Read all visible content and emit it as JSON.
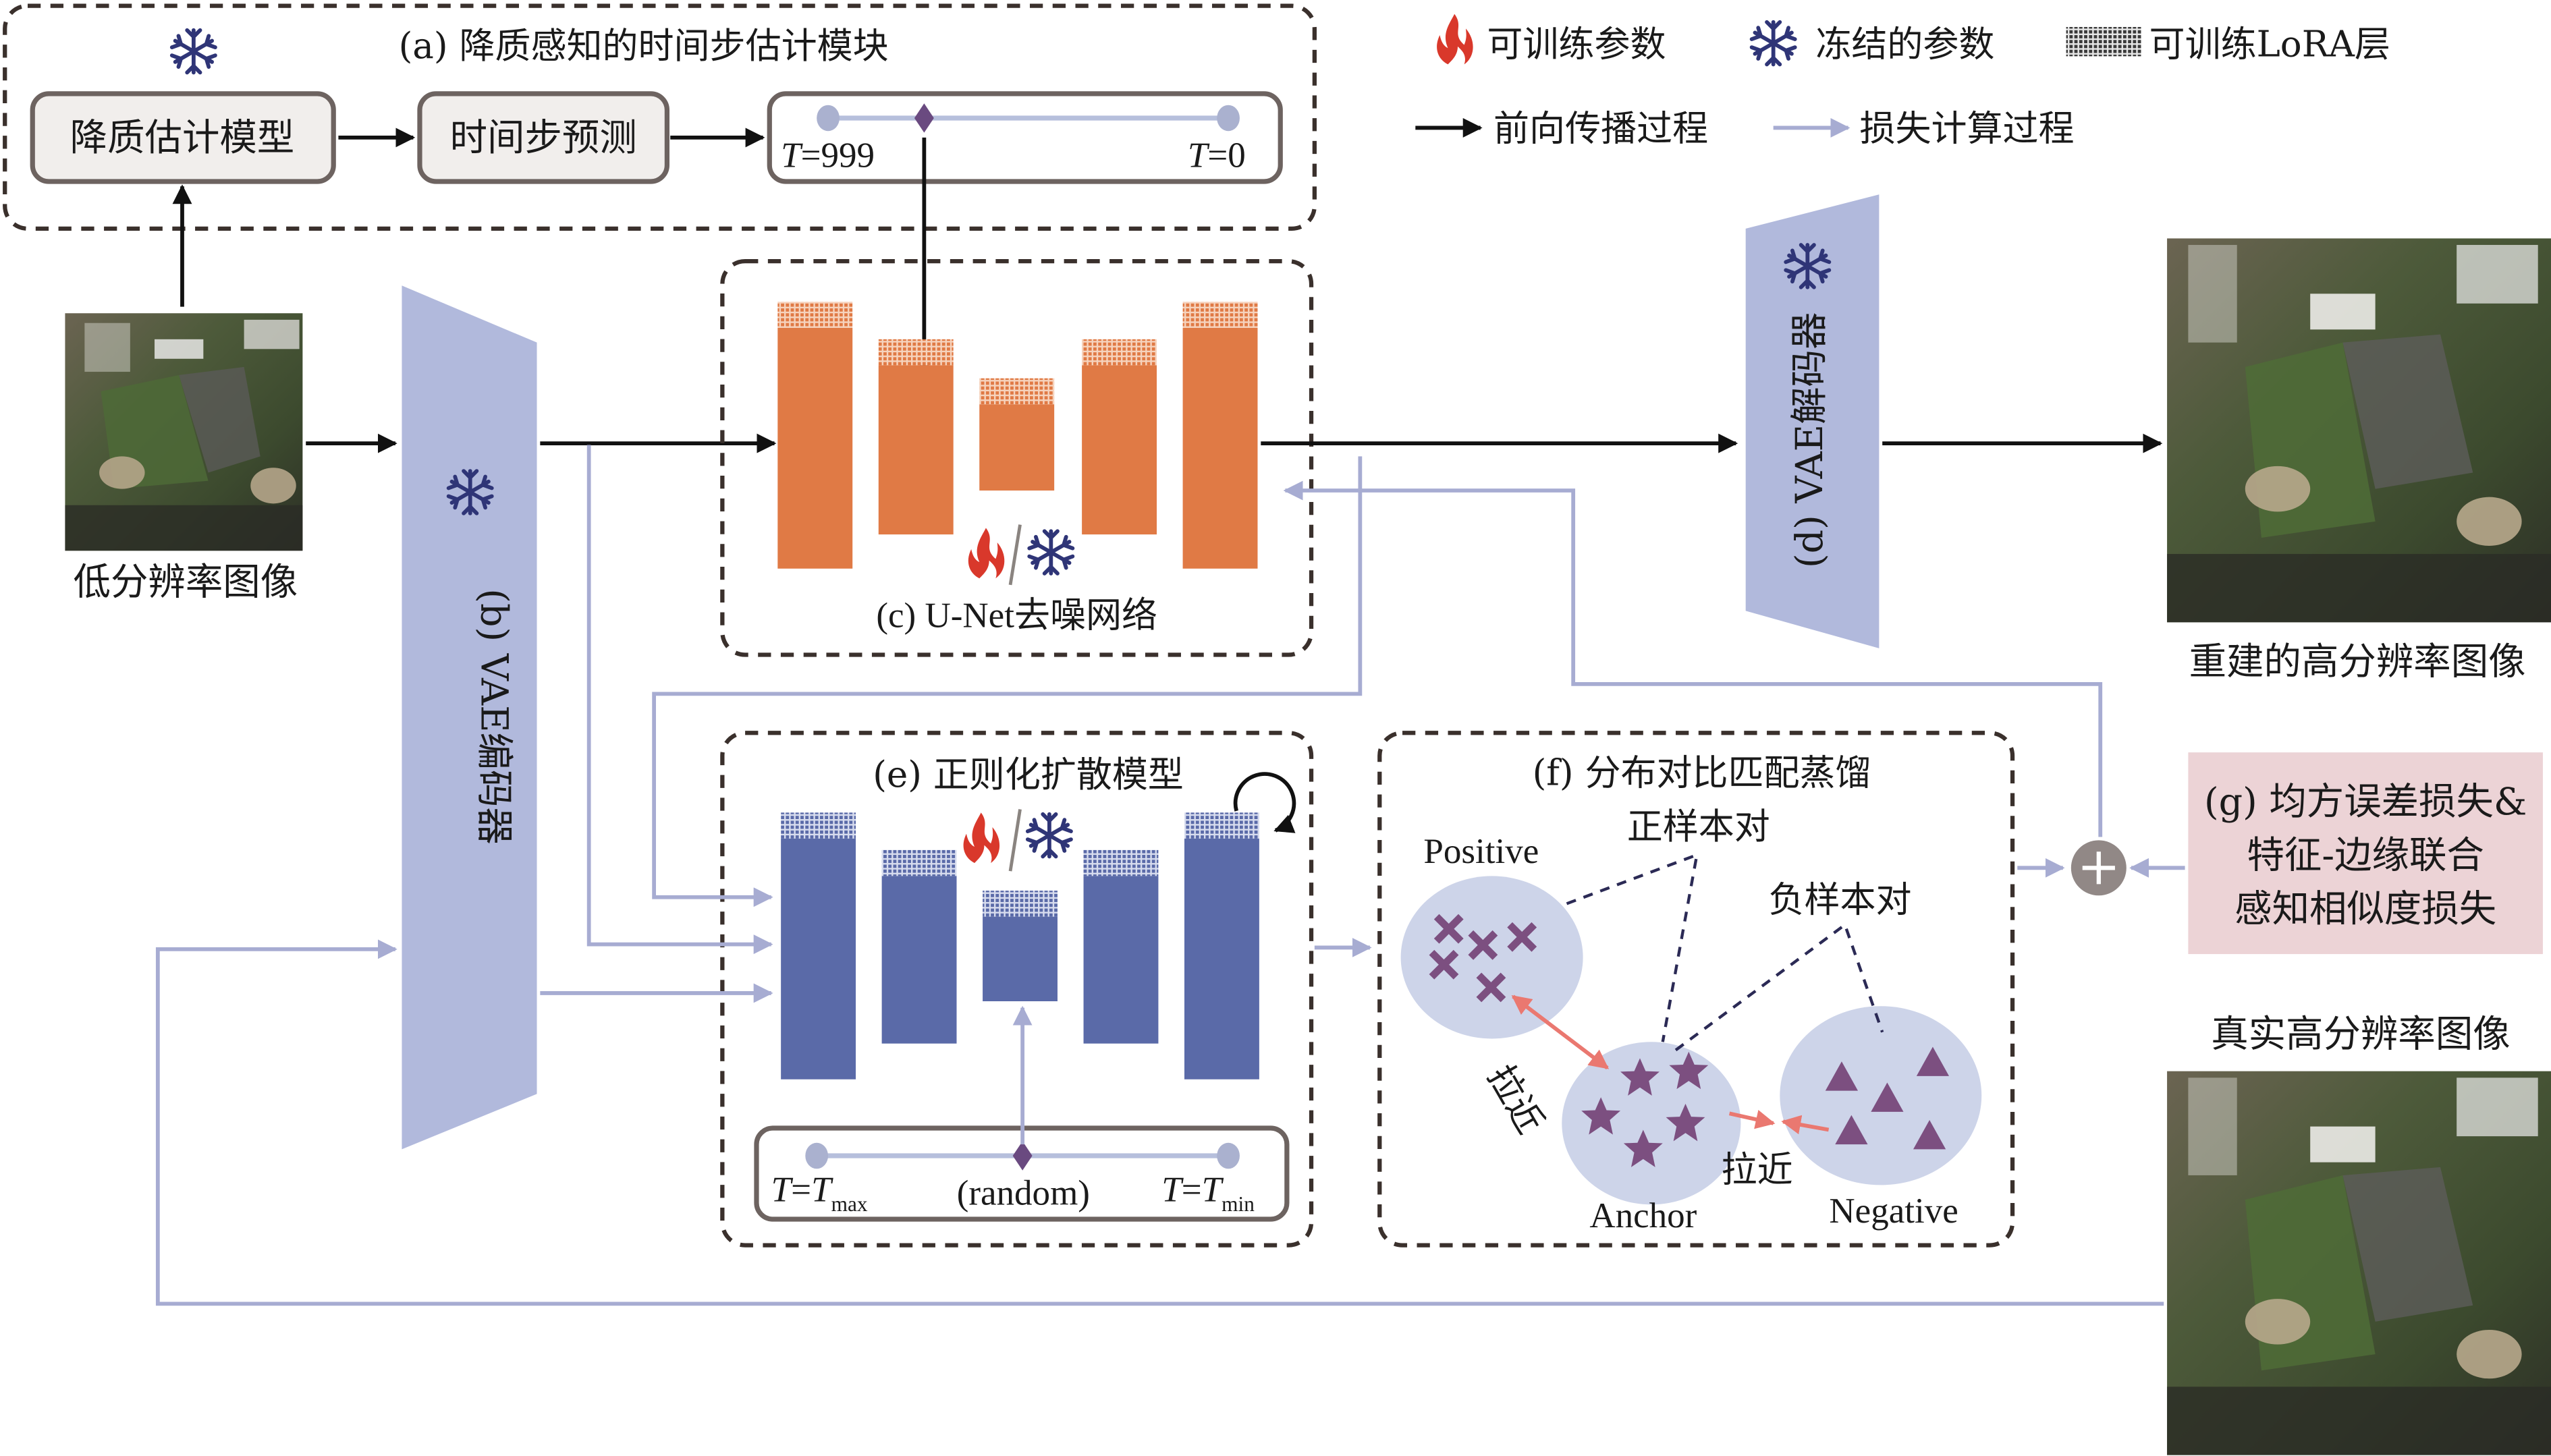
{
  "legend": {
    "trainable_params": "可训练参数",
    "frozen_params": "冻结的参数",
    "trainable_lora": "可训练LoRA层",
    "forward_process": "前向传播过程",
    "loss_process": "损失计算过程"
  },
  "module_a": {
    "title": "(a) 降质感知的时间步估计模块",
    "degradation_model": "降质估计模型",
    "timestep_predict": "时间步预测",
    "slider_left": "T=999",
    "slider_left_var": "T",
    "slider_left_val": "=999",
    "slider_right_var": "T",
    "slider_right_val": "=0",
    "slider_position": 0.24
  },
  "module_b": {
    "title": "(b) VAE编码器"
  },
  "module_c": {
    "title": "(c) U-Net去噪网络"
  },
  "module_d": {
    "title": "(d) VAE解码器"
  },
  "module_e": {
    "title": "(e) 正则化扩散模型",
    "slider_left_var": "T",
    "slider_left_eq": "=",
    "slider_left_T": "T",
    "slider_left_sub": "max",
    "slider_mid": "(random)",
    "slider_right_var": "T",
    "slider_right_eq": "=",
    "slider_right_T": "T",
    "slider_right_sub": "min",
    "slider_position": 0.5
  },
  "module_f": {
    "title": "(f) 分布对比匹配蒸馏",
    "positive": "Positive",
    "anchor": "Anchor",
    "negative": "Negative",
    "positive_pair": "正样本对",
    "negative_pair": "负样本对",
    "pull_1": "拉近",
    "pull_2": "拉近"
  },
  "module_g": {
    "line1": "(g) 均方误差损失&",
    "line2": "特征-边缘联合",
    "line3": "感知相似度损失"
  },
  "images": {
    "low_res": "低分辨率图像",
    "reconstructed": "重建的高分辨率图像",
    "ground_truth": "真实高分辨率图像"
  },
  "colors": {
    "unet_orange": "#e07a45",
    "regularizer_blue": "#5a6aa8",
    "vae_lavender": "#b1b9dc",
    "loss_arrow": "#a7acd2",
    "flame_red": "#d9382b",
    "snowflake_navy": "#2f3577",
    "loss_box_pink": "#ecd3d6"
  }
}
